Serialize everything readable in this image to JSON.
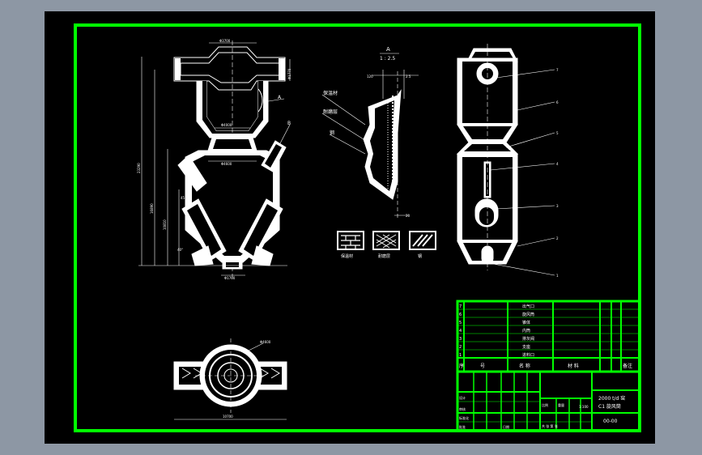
{
  "colors": {
    "background": "#8d97a4",
    "sheet": "#000000",
    "border": "#00ff00",
    "lines": "#ffffff"
  },
  "detail_view": {
    "label": "A",
    "scale": "1 : 2.5",
    "callout_left": "120",
    "callout_right": "2.5",
    "bottom_dim": "20",
    "layer_labels": [
      "保温材",
      "耐磨层",
      "钢"
    ]
  },
  "elevation_view": {
    "detail_ref": "A",
    "part_ref": "B",
    "dims": {
      "top_width": "Φ3700",
      "right_height": "Φ1770",
      "mid_width": "Φ4000",
      "lower_width": "Φ4600",
      "bottom_width": "Φ1700",
      "total_height": "23290",
      "lower_height": "16890",
      "cone_height": "10810",
      "angle": "45",
      "angle2": "40°"
    }
  },
  "legend": {
    "items": [
      {
        "label": "保温材"
      },
      {
        "label": "耐磨层"
      },
      {
        "label": "钢"
      }
    ]
  },
  "plan_view": {
    "callout": "Φ4600",
    "bottom_dim": "10700"
  },
  "side_view": {
    "part_numbers": [
      "7",
      "6",
      "5",
      "4",
      "3",
      "2",
      "1"
    ]
  },
  "title_block": {
    "parts": [
      {
        "no": "7",
        "name": "出气口"
      },
      {
        "no": "6",
        "name": "旋风筒"
      },
      {
        "no": "5",
        "name": "锥体"
      },
      {
        "no": "4",
        "name": "内筒"
      },
      {
        "no": "3",
        "name": "排灰阀"
      },
      {
        "no": "2",
        "name": "支座"
      },
      {
        "no": "1",
        "name": "进料口"
      }
    ],
    "header": {
      "seq": "序",
      "code": "号",
      "name": "名 称",
      "material": "材 料",
      "remark": "备注"
    },
    "title": "2000 t/d 窑",
    "subtitle": "C1 旋风筒",
    "drawing_no": "00-00",
    "scale": "1:100",
    "labels": {
      "designer": "设计",
      "checker": "审核",
      "scale_label": "比例",
      "weight": "重量",
      "sheet": "共 张 第 张",
      "standard": "标准化",
      "approve": "批准",
      "date": "日期"
    }
  }
}
